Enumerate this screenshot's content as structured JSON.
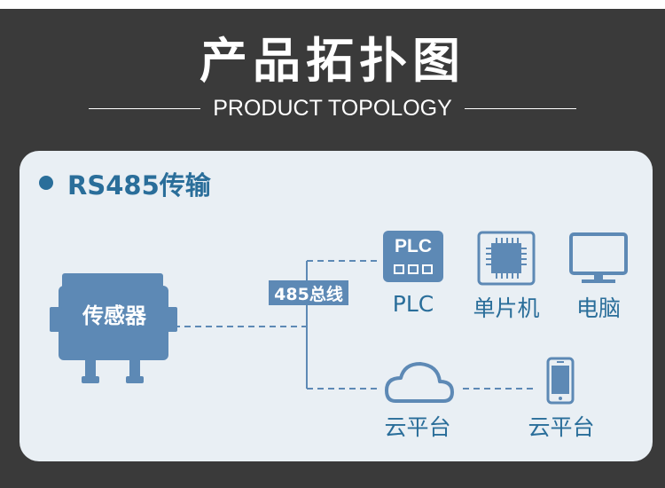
{
  "header": {
    "title": "产品拓扑图",
    "subtitle": "PRODUCT TOPOLOGY"
  },
  "section": {
    "title": "RS485传输"
  },
  "diagram": {
    "sensor_label": "传感器",
    "bus_label": "485总线",
    "plc_icon_text": "PLC",
    "nodes": [
      {
        "name": "PLC",
        "icon": "plc-icon"
      },
      {
        "name": "单片机",
        "icon": "microcontroller-chip-icon"
      },
      {
        "name": "电脑",
        "icon": "computer-monitor-icon"
      },
      {
        "name": "云平台",
        "icon": "cloud-icon"
      },
      {
        "name": "云平台",
        "icon": "smartphone-icon"
      }
    ]
  },
  "colors": {
    "background": "#3a3a3a",
    "panel": "#e9eff4",
    "accent": "#2a6e9a",
    "icon_blue": "#5d89b5"
  }
}
